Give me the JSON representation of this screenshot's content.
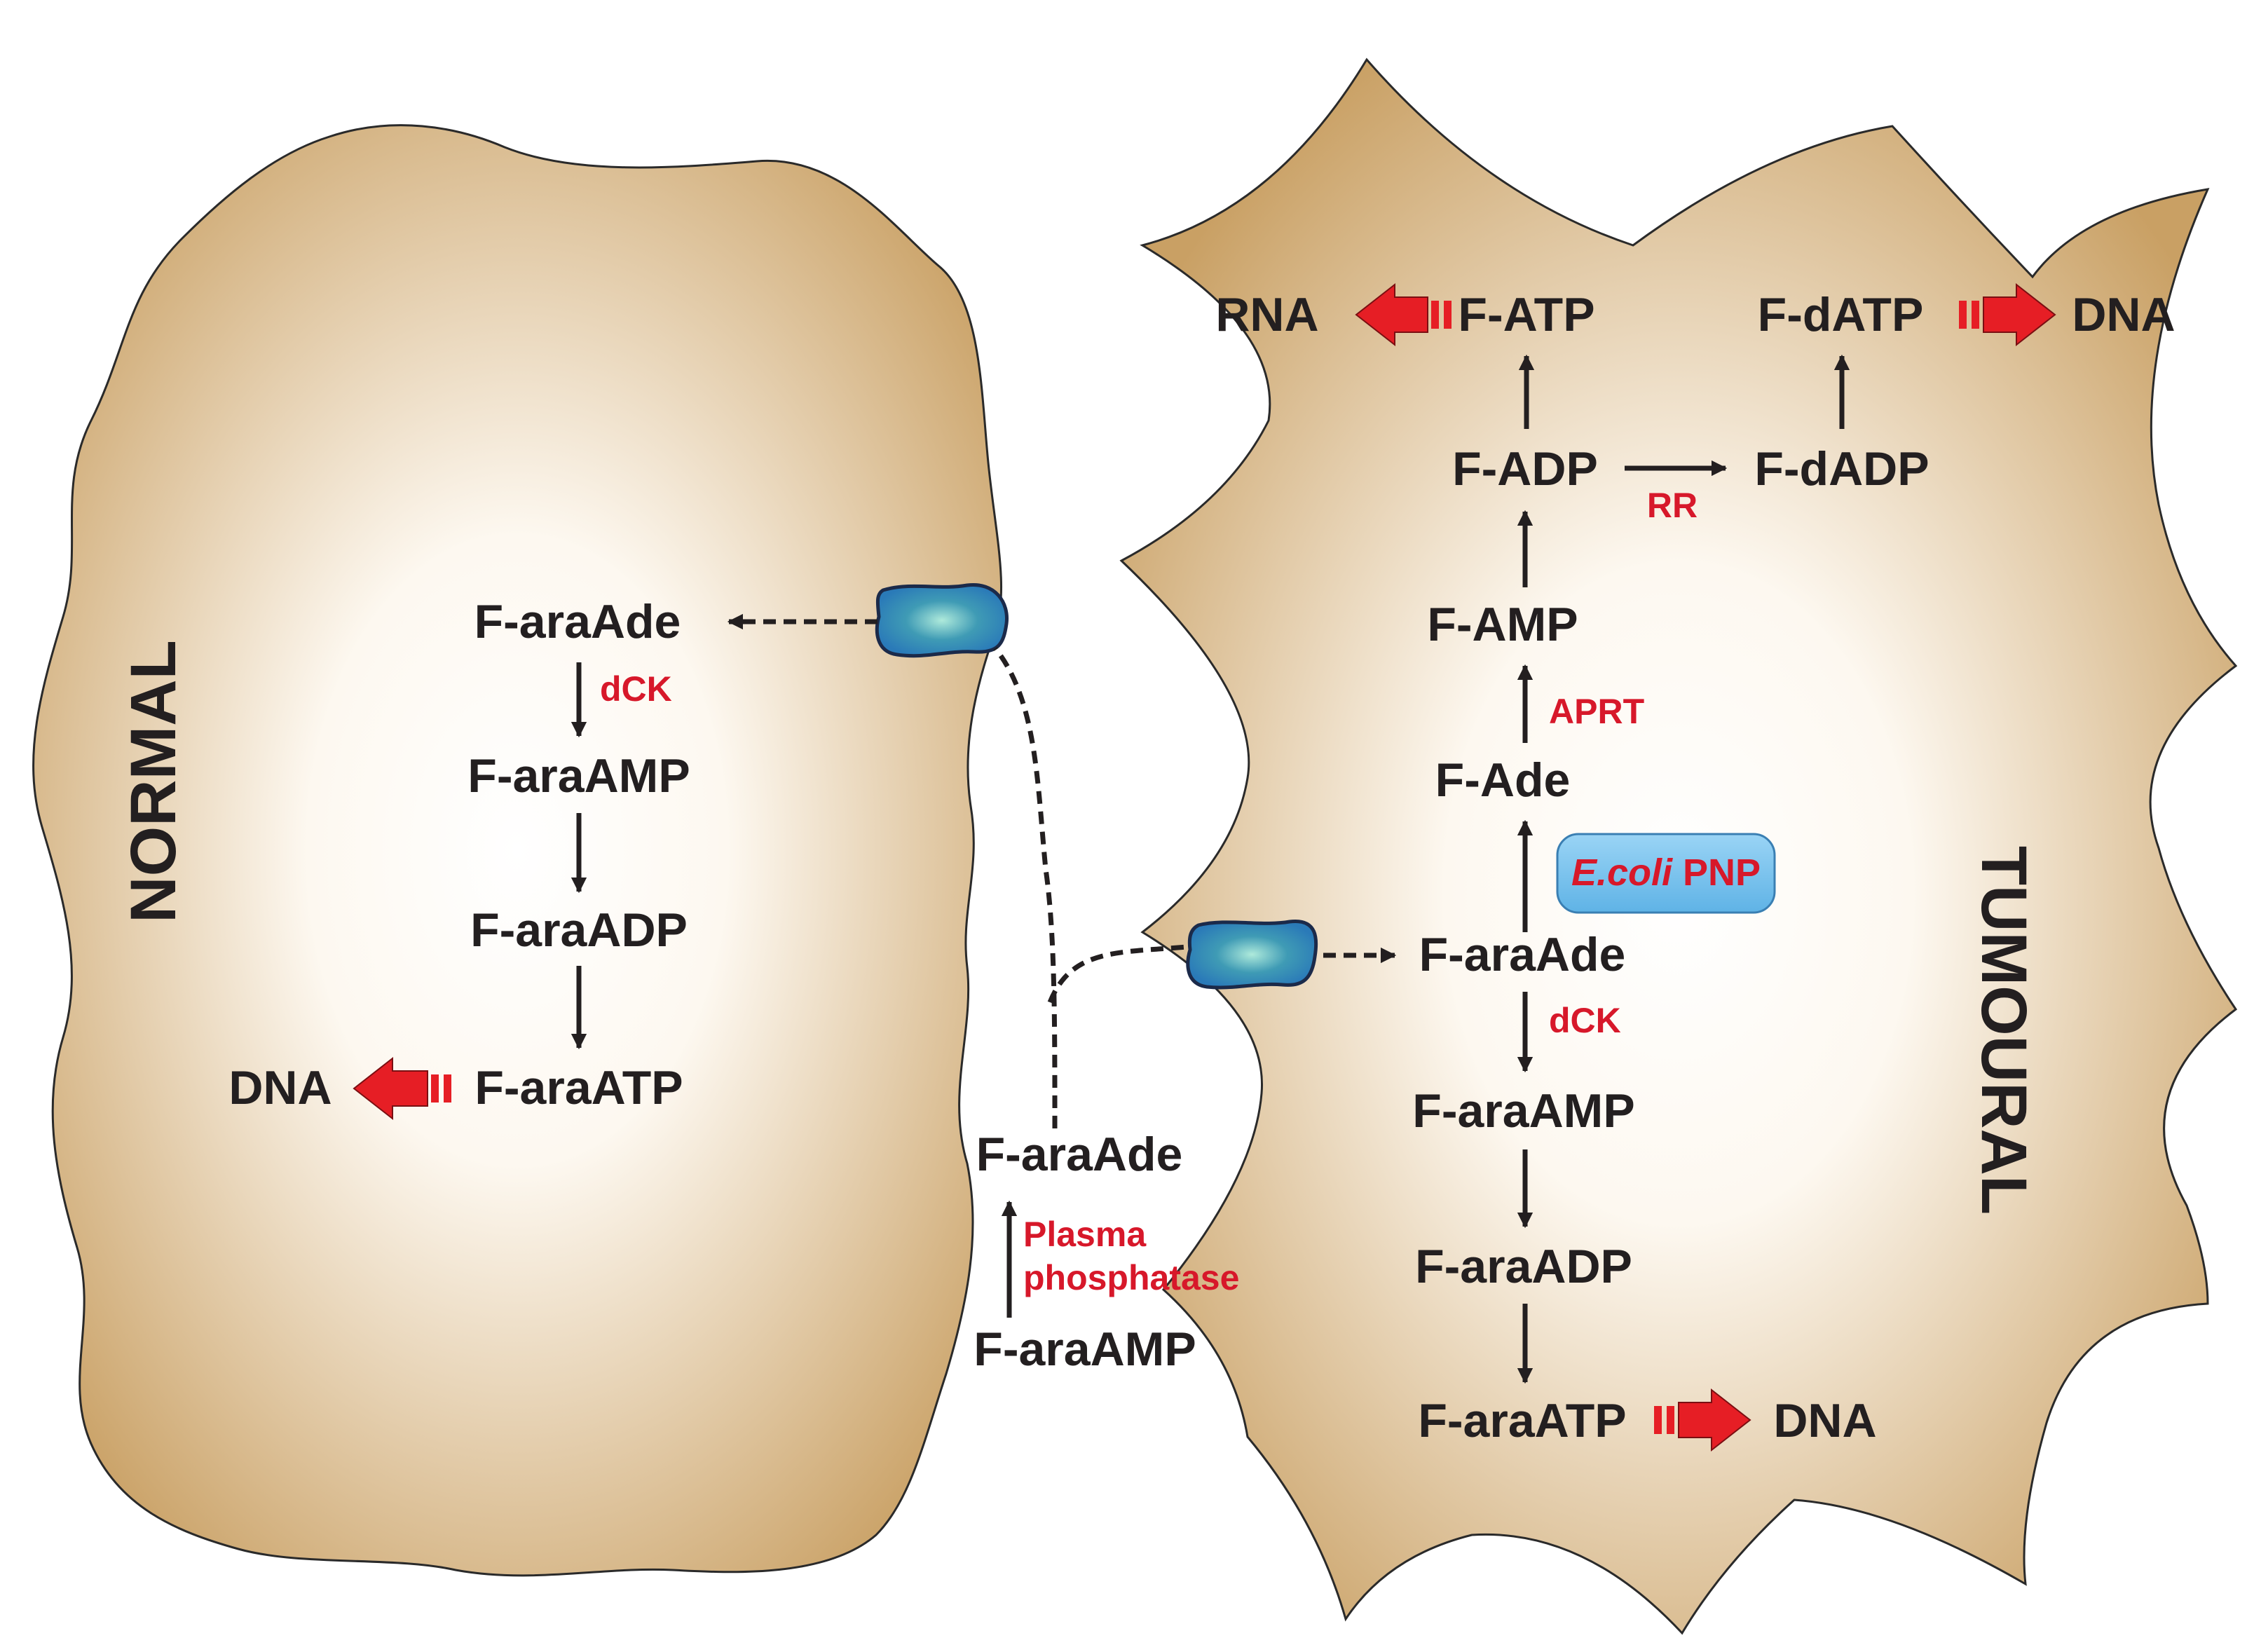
{
  "colors": {
    "cell_edge": "#c9a064",
    "cell_center": "#ffffff",
    "label": "#231f20",
    "enzyme": "#d7182a",
    "red_arrow": "#e61e25",
    "transporter": "#2a7ab8",
    "pnp_box": "#5fb3e6"
  },
  "normal": {
    "title": "NORMAL",
    "f_araade": "F-araAde",
    "dck": "dCK",
    "f_araamp": "F-araAMP",
    "f_araadp": "F-araADP",
    "f_araatp": "F-araATP",
    "dna": "DNA"
  },
  "extracellular": {
    "f_araade": "F-araAde",
    "plasma_1": "Plasma",
    "plasma_2": "phosphatase",
    "f_araamp": "F-araAMP"
  },
  "tumoural": {
    "title": "TUMOURAL",
    "rna": "RNA",
    "f_atp": "F-ATP",
    "f_datp": "F-dATP",
    "dna_top": "DNA",
    "f_adp": "F-ADP",
    "rr": "RR",
    "f_dadp": "F-dADP",
    "f_amp": "F-AMP",
    "aprt": "APRT",
    "f_ade": "F-Ade",
    "pnp_italic": "E.coli",
    "pnp_rest": " PNP",
    "f_araade": "F-araAde",
    "dck": "dCK",
    "f_araamp": "F-araAMP",
    "f_araadp": "F-araADP",
    "f_araatp": "F-araATP",
    "dna_bottom": "DNA"
  }
}
